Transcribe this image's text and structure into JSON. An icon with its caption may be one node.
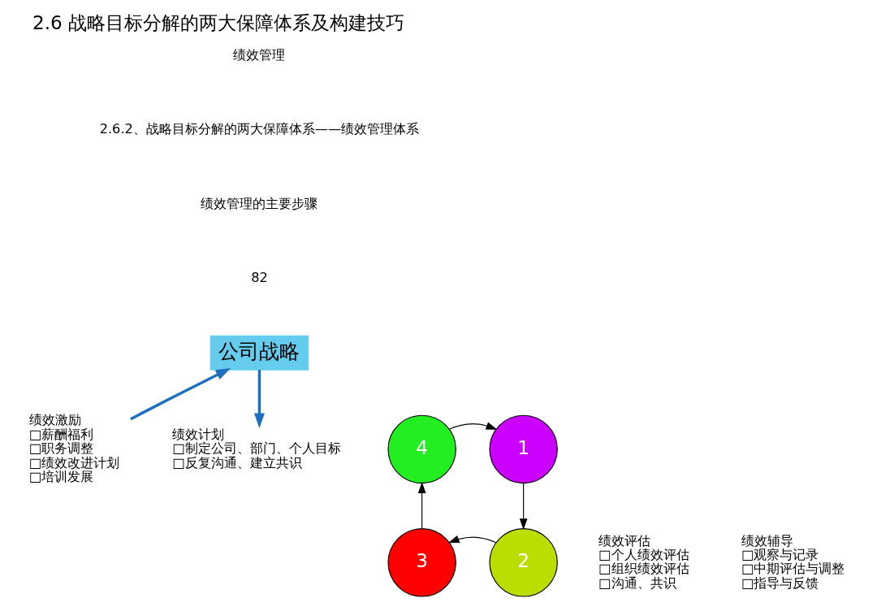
{
  "diagram": {
    "title": "2.6 战略目标分解的两大保障体系及构建技巧",
    "nodes": [
      {
        "text": [
          "公司战略"
        ]
      },
      {
        "text": [
          "绩效激励",
          "□薪酬福利",
          "□职务调整",
          "□绩效改进计划",
          "□培训发展"
        ]
      },
      {
        "text": [
          "绩效计划",
          "□制定公司、部门、个人目标",
          "□反复沟通、建立共识"
        ]
      },
      {
        "text": [
          "4"
        ]
      },
      {
        "text": [
          "1"
        ]
      },
      {
        "text": [
          "3"
        ]
      },
      {
        "text": [
          "2"
        ]
      },
      {
        "text": [
          "绩效评估",
          "□个人绩效评估",
          "□组织绩效评估",
          "□沟通、共识"
        ]
      },
      {
        "text": [
          "绩效辅导",
          "□观察与记录",
          "□中期评估与调整",
          "□指导与反馈"
        ]
      }
    ],
    "edges": [
      {
        "from": 0,
        "to": 2,
        "arrow": "to",
        "color": "#1f6fc0",
        "style": "thick"
      },
      {
        "from": 1,
        "to": 0,
        "arrow": "to",
        "color": "#1f6fc0",
        "style": "thick"
      },
      {
        "from": 3,
        "to": 4,
        "arrow": "to"
      },
      {
        "from": 4,
        "to": 6,
        "arrow": "to"
      },
      {
        "from": 6,
        "to": 5,
        "arrow": "to"
      },
      {
        "from": 5,
        "to": 3,
        "arrow": "to"
      }
    ],
    "labels": [
      "绩效管理",
      "2.6.2、战略目标分解的两大保障体系——绩效管理体系",
      "绩效管理的主要步骤",
      "82"
    ]
  }
}
